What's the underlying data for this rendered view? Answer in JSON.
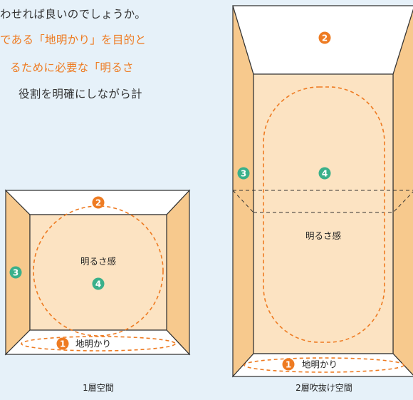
{
  "intro_text": {
    "line1": "わせれば良いのでしょうか。",
    "line2": "である「地明かり」を目的と",
    "line3": "るために必要な「明るさ",
    "line4": "役割を明確にしながら計"
  },
  "diagram_single": {
    "caption": "1層空間",
    "badge_1": "1",
    "badge_2": "2",
    "badge_3": "3",
    "badge_4": "4",
    "label_ground_light": "地明かり",
    "label_brightness": "明るさ感"
  },
  "diagram_double": {
    "caption": "2層吹抜け空間",
    "badge_1": "1",
    "badge_2": "2",
    "badge_3": "3",
    "badge_4": "4",
    "label_ground_light": "地明かり",
    "label_brightness": "明るさ感"
  },
  "colors": {
    "background": "#e6f1f9",
    "wall_light": "#fce3c2",
    "wall_side": "#f7c98d",
    "badge_orange": "#ee7b22",
    "badge_green": "#3ab08a",
    "highlight_text": "#ee7b22"
  }
}
